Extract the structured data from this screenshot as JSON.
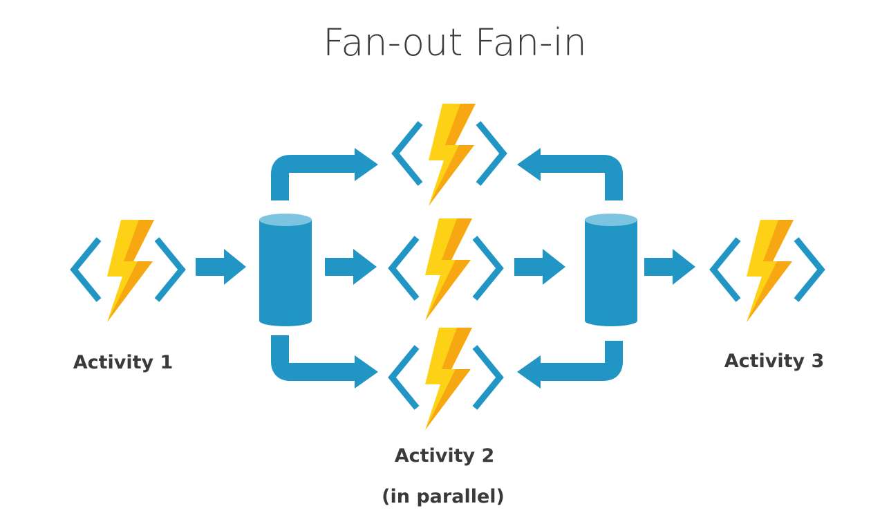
{
  "title": "Fan-out Fan-in",
  "labels": {
    "activity1": "Activity 1",
    "activity2": "Activity 2",
    "activity2_note": "(in parallel)",
    "activity3": "Activity 3"
  },
  "nodes": {
    "functions": [
      {
        "id": "activity-1-function",
        "icon": "azure-function-icon"
      },
      {
        "id": "activity-2-function-top",
        "icon": "azure-function-icon"
      },
      {
        "id": "activity-2-function-middle",
        "icon": "azure-function-icon"
      },
      {
        "id": "activity-2-function-bottom",
        "icon": "azure-function-icon"
      },
      {
        "id": "activity-3-function",
        "icon": "azure-function-icon"
      }
    ],
    "queues": [
      {
        "id": "fan-out-queue",
        "icon": "cylinder-icon"
      },
      {
        "id": "fan-in-queue",
        "icon": "cylinder-icon"
      }
    ]
  },
  "colors": {
    "accent_blue": "#2196c4",
    "cylinder_top": "#7cc4e0",
    "bolt_yellow": "#fcd116",
    "bolt_orange": "#f7a711",
    "text": "#3a3a3a"
  }
}
